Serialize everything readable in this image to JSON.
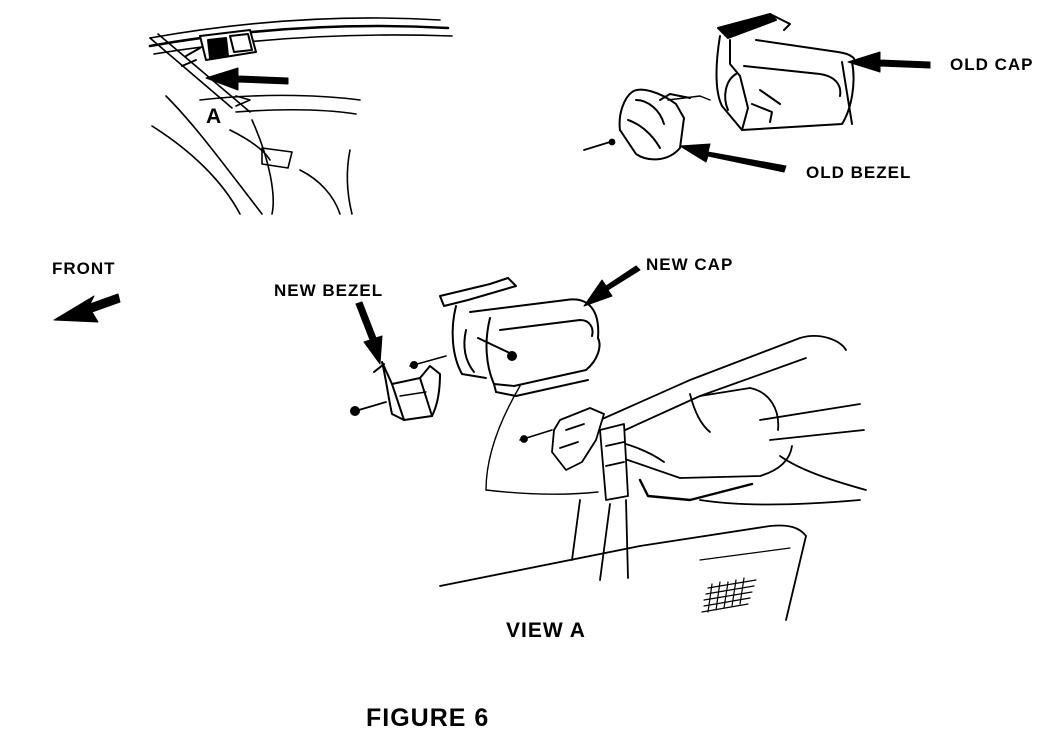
{
  "labels": {
    "view_marker": "A",
    "old_cap": "OLD CAP",
    "old_bezel": "OLD BEZEL",
    "front": "FRONT",
    "new_bezel": "NEW BEZEL",
    "new_cap": "NEW CAP",
    "view_title": "VIEW A",
    "figure_title": "FIGURE 6"
  },
  "colors": {
    "ink": "#000000",
    "paper": "#ffffff"
  }
}
